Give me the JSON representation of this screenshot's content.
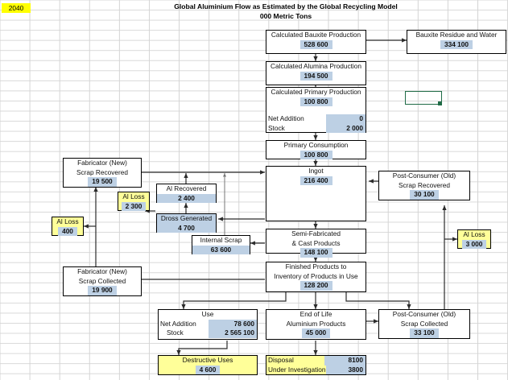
{
  "document": {
    "title_line1": "Global Aluminium Flow as Estimated by the Global Recycling Model",
    "title_line2": "000 Metric Tons",
    "year_cell": "2040",
    "units": "000 Metric Tons"
  },
  "colors": {
    "value_fill": "#bdd0e4",
    "loss_fill": "#ffff99",
    "year_fill": "#ffff00",
    "selection_border": "#1f6b46",
    "node_border": "#000000",
    "grid_line": "#d4d4d4"
  },
  "nodes": {
    "bauxite_production": {
      "label1": "Calculated Bauxite Production",
      "value": "528 600"
    },
    "bauxite_residue": {
      "label1": "Bauxite Residue and Water",
      "value": "334 100"
    },
    "alumina_production": {
      "label1": "Calculated Alumina Production",
      "value": "194 500"
    },
    "primary_production": {
      "label1": "Calculated Primary Production",
      "value": "100 800",
      "sub1_label": "Net Addition",
      "sub1_value": "0",
      "sub2_label": "Stock",
      "sub2_value": "2 000"
    },
    "primary_consumption": {
      "label1": "Primary Consumption",
      "value": "100 800"
    },
    "ingot": {
      "label1": "Ingot",
      "value": "216 400"
    },
    "semi_fabricated": {
      "label1": "Semi-Fabricated",
      "label2": "& Cast Products",
      "value": "148 100"
    },
    "finished_products": {
      "label1": "Finished Products to",
      "label2": "Inventory of Products in Use",
      "value": "128 200"
    },
    "fabricator_recovered": {
      "label1": "Fabricator (New)",
      "label2": "Scrap Recovered",
      "value": "19 500"
    },
    "fabricator_collected": {
      "label1": "Fabricator (New)",
      "label2": "Scrap Collected",
      "value": "19 900"
    },
    "al_recovered": {
      "label1": "Al Recovered",
      "value": "2 400"
    },
    "dross_generated": {
      "label1": "Dross Generated",
      "value": "4 700"
    },
    "internal_scrap": {
      "label1": "Internal Scrap",
      "value": "63 600"
    },
    "al_loss_2300": {
      "label1": "Al Loss",
      "value": "2 300"
    },
    "al_loss_400": {
      "label1": "Al Loss",
      "value": "400"
    },
    "al_loss_3000": {
      "label1": "Al Loss",
      "value": "3 000"
    },
    "post_consumer_recovered": {
      "label1": "Post-Consumer (Old)",
      "label2": "Scrap Recovered",
      "value": "30 100"
    },
    "post_consumer_collected": {
      "label1": "Post-Consumer (Old)",
      "label2": "Scrap Collected",
      "value": "33 100"
    },
    "use": {
      "label1": "Use",
      "sub1_label": "Net Addition",
      "sub1_value": "78 600",
      "sub2_label": "Stock",
      "sub2_value": "2 565 100"
    },
    "end_of_life": {
      "label1": "End of Life",
      "label2": "Aluminium Products",
      "value": "45 000"
    },
    "destructive_uses": {
      "label1": "Destructive Uses",
      "value": "4 600"
    },
    "disposal": {
      "sub1_label": "Disposal",
      "sub1_value": "8100",
      "sub2_label": "Under Investigation",
      "sub2_value": "3800"
    }
  },
  "chart_data": {
    "type": "diagram",
    "title": "Global Aluminium Flow as Estimated by the Global Recycling Model",
    "subtitle": "000 Metric Tons",
    "year": "2040",
    "units": "thousand metric tons",
    "nodes": [
      {
        "id": "bauxite_production",
        "label": "Calculated Bauxite Production",
        "value": 528600
      },
      {
        "id": "bauxite_residue",
        "label": "Bauxite Residue and Water",
        "value": 334100
      },
      {
        "id": "alumina_production",
        "label": "Calculated Alumina Production",
        "value": 194500
      },
      {
        "id": "primary_production",
        "label": "Calculated Primary Production",
        "value": 100800,
        "net_addition": 0,
        "stock": 2000
      },
      {
        "id": "primary_consumption",
        "label": "Primary Consumption",
        "value": 100800
      },
      {
        "id": "ingot",
        "label": "Ingot",
        "value": 216400
      },
      {
        "id": "semi_fabricated",
        "label": "Semi-Fabricated & Cast Products",
        "value": 148100
      },
      {
        "id": "finished_products",
        "label": "Finished Products to Inventory of Products in Use",
        "value": 128200
      },
      {
        "id": "fabricator_recovered",
        "label": "Fabricator (New) Scrap Recovered",
        "value": 19500
      },
      {
        "id": "fabricator_collected",
        "label": "Fabricator (New) Scrap Collected",
        "value": 19900
      },
      {
        "id": "al_recovered",
        "label": "Al Recovered",
        "value": 2400
      },
      {
        "id": "dross_generated",
        "label": "Dross Generated",
        "value": 4700
      },
      {
        "id": "internal_scrap",
        "label": "Internal Scrap",
        "value": 63600
      },
      {
        "id": "al_loss_2300",
        "label": "Al Loss",
        "value": 2300
      },
      {
        "id": "al_loss_400",
        "label": "Al Loss",
        "value": 400
      },
      {
        "id": "al_loss_3000",
        "label": "Al Loss",
        "value": 3000
      },
      {
        "id": "post_consumer_recovered",
        "label": "Post-Consumer (Old) Scrap Recovered",
        "value": 30100
      },
      {
        "id": "post_consumer_collected",
        "label": "Post-Consumer (Old) Scrap Collected",
        "value": 33100
      },
      {
        "id": "use",
        "label": "Use",
        "net_addition": 78600,
        "stock": 2565100
      },
      {
        "id": "end_of_life",
        "label": "End of Life Aluminium Products",
        "value": 45000
      },
      {
        "id": "destructive_uses",
        "label": "Destructive Uses",
        "value": 4600
      },
      {
        "id": "disposal",
        "label": "Disposal",
        "value": 8100
      },
      {
        "id": "under_investigation",
        "label": "Under Investigation",
        "value": 3800
      }
    ],
    "edges": [
      {
        "from": "bauxite_production",
        "to": "bauxite_residue"
      },
      {
        "from": "bauxite_production",
        "to": "alumina_production"
      },
      {
        "from": "alumina_production",
        "to": "primary_production"
      },
      {
        "from": "primary_production",
        "to": "primary_consumption"
      },
      {
        "from": "primary_consumption",
        "to": "ingot"
      },
      {
        "from": "ingot",
        "to": "semi_fabricated"
      },
      {
        "from": "semi_fabricated",
        "to": "finished_products"
      },
      {
        "from": "fabricator_recovered",
        "to": "ingot"
      },
      {
        "from": "al_recovered",
        "to": "ingot"
      },
      {
        "from": "internal_scrap",
        "to": "ingot"
      },
      {
        "from": "post_consumer_recovered",
        "to": "ingot"
      },
      {
        "from": "dross_generated",
        "to": "al_recovered"
      },
      {
        "from": "dross_generated",
        "to": "al_loss_2300"
      },
      {
        "from": "semi_fabricated",
        "to": "dross_generated"
      },
      {
        "from": "semi_fabricated",
        "to": "internal_scrap"
      },
      {
        "from": "fabricator_recovered",
        "to": "al_loss_400"
      },
      {
        "from": "fabricator_collected",
        "to": "fabricator_recovered"
      },
      {
        "from": "finished_products",
        "to": "fabricator_collected"
      },
      {
        "from": "finished_products",
        "to": "use"
      },
      {
        "from": "finished_products",
        "to": "end_of_life"
      },
      {
        "from": "use",
        "to": "destructive_uses"
      },
      {
        "from": "end_of_life",
        "to": "disposal"
      },
      {
        "from": "end_of_life",
        "to": "post_consumer_collected"
      },
      {
        "from": "post_consumer_collected",
        "to": "post_consumer_recovered"
      },
      {
        "from": "post_consumer_collected",
        "to": "al_loss_3000"
      }
    ]
  }
}
